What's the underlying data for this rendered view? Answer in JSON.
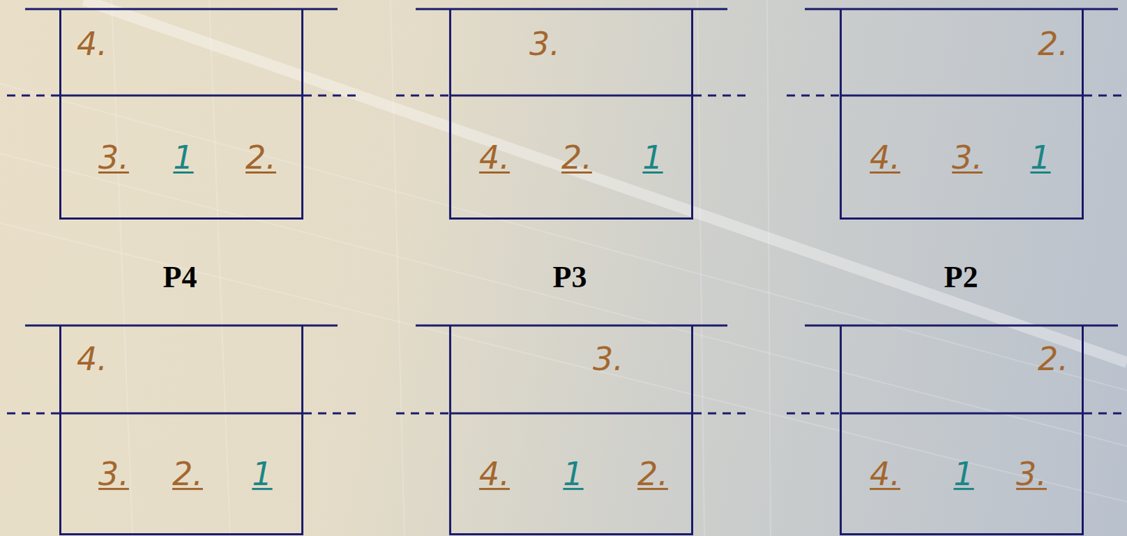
{
  "diagram": {
    "nodes": [
      {
        "text": [
          "4.",
          "3.",
          "1",
          "2."
        ]
      },
      {
        "text": [
          "3.",
          "4.",
          "2.",
          "1"
        ]
      },
      {
        "text": [
          "2.",
          "4.",
          "3.",
          "1"
        ]
      },
      {
        "text": [
          "4.",
          "3.",
          "2.",
          "1"
        ]
      },
      {
        "text": [
          "3.",
          "4.",
          "1",
          "2."
        ]
      },
      {
        "text": [
          "2.",
          "4.",
          "1",
          "3."
        ]
      }
    ],
    "labels": [
      "P4",
      "P3",
      "P2"
    ]
  }
}
